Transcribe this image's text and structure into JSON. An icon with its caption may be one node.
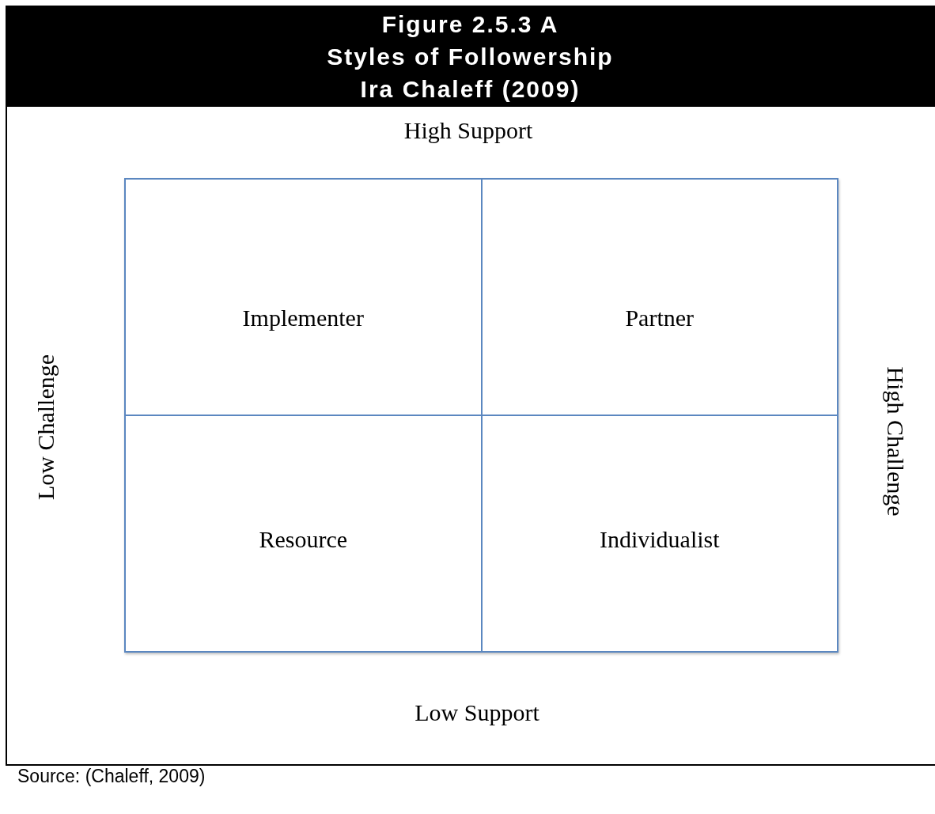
{
  "diagram": {
    "title": "Figure 2.5.3 A",
    "caption": "Source: (Chaleff, 2009)",
    "nodes": [
      {
        "text": [
          "Implementer"
        ]
      },
      {
        "text": [
          "Partner"
        ]
      },
      {
        "text": [
          "Resource"
        ]
      },
      {
        "text": [
          "Individualist"
        ]
      }
    ],
    "labels": [
      "Styles of Followership",
      "Ira Chaleff (2009)",
      "High Support",
      "Low Challenge",
      "High Challenge",
      "Low Support"
    ]
  }
}
